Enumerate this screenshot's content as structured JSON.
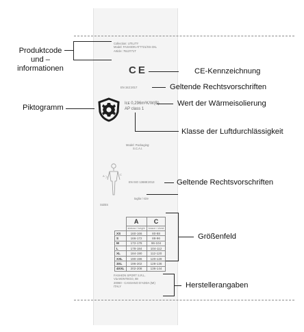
{
  "tag": {
    "product_lines": [
      "Collection: UTILITY",
      "Model: FASHION AT7721/XS-3XL",
      "Article: 7513771T"
    ],
    "ce_mark": "C E",
    "standard_1": "EN 342:2017",
    "pictogram_values": [
      "Iᴄᴇ 0,296m²K/W(B)",
      "AP class 1"
    ],
    "packing_lines": [
      "Model: Packaging:",
      "S.C.A.I."
    ],
    "standard_2": "EN ISO 13688:2013",
    "size_table": {
      "top_label": "taglia / size",
      "col_letters": [
        "A",
        "C"
      ],
      "col_subs": [
        "statura / height",
        "torace / chest"
      ],
      "rows": [
        [
          "XS",
          "160-166",
          "80-88"
        ],
        [
          "S",
          "166-172",
          "88-96"
        ],
        [
          "M",
          "172-178",
          "96-104"
        ],
        [
          "L",
          "178-184",
          "104-112"
        ],
        [
          "XL",
          "184-190",
          "112-120"
        ],
        [
          "XXL",
          "190-196",
          "120-128"
        ],
        [
          "3XL",
          "196-202",
          "128-136"
        ],
        [
          "4XXL",
          "202-208",
          "136-144"
        ]
      ]
    },
    "figure_label": "SIZES",
    "manufacturer_lines": [
      "FASHION SPORT S.R.L.",
      "Via MONTEGO, 88",
      "20060 - CASSANO D'ADDA (MI)",
      "ITALY"
    ]
  },
  "callouts": {
    "product_code": [
      "Produktcode",
      "und –",
      "informationen"
    ],
    "ce": "CE-Kennzeichnung",
    "regs_1": "Geltende Rechtsvorschriften",
    "pictogram": "Piktogramm",
    "insulation": "Wert der Wärmeisolierung",
    "air": "Klasse der Luftdurchlässigkeit",
    "regs_2": "Geltende Rechtsvorschriften",
    "size_field": "Größenfeld",
    "manufacturer": "Herstellerangaben"
  },
  "colors": {
    "tag_background": "#f4f4f4",
    "leader_lines": "#222222",
    "tag_text": "#777777"
  },
  "icons": [
    "gear-shield-pictogram-icon",
    "ce-mark-icon",
    "body-measurement-figure-icon"
  ]
}
